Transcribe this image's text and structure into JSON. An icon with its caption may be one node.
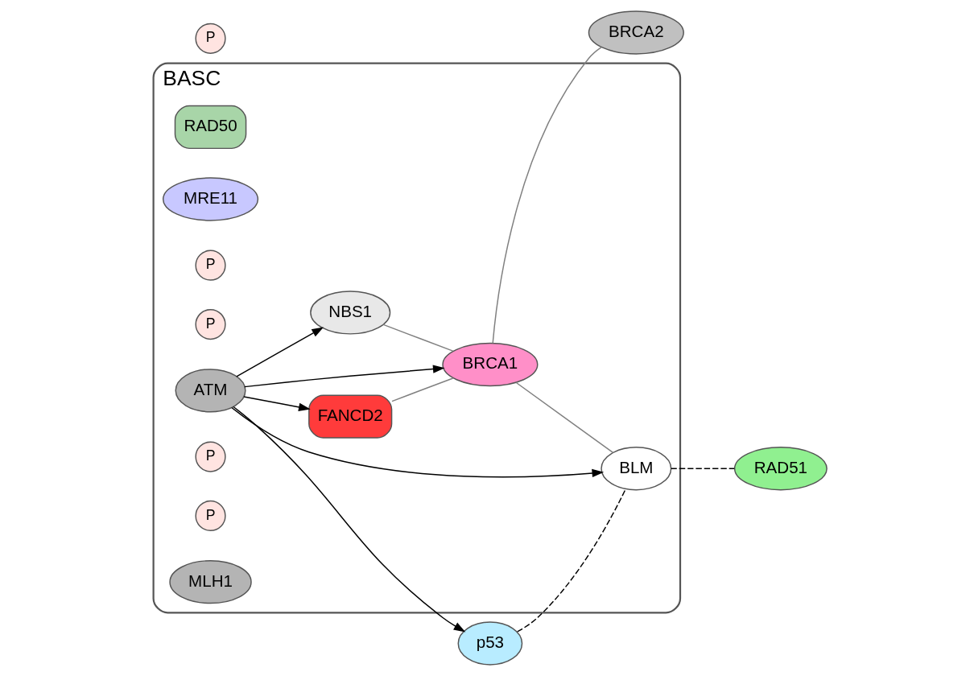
{
  "diagram": {
    "nodes": [
      {
        "text": [
          "BASC"
        ]
      },
      {
        "text": [
          "RAD50"
        ],
        "in": 0
      },
      {
        "text": [
          "NBS1"
        ],
        "in": 0
      },
      {
        "text": [
          "MRE11"
        ],
        "in": 0
      },
      {
        "text": [
          "FANCD2"
        ],
        "in": 0
      },
      {
        "text": [
          "P"
        ],
        "in": 0
      },
      {
        "text": [
          "P"
        ],
        "in": 0
      },
      {
        "text": [
          "ATM"
        ],
        "in": 0
      },
      {
        "text": [
          "P"
        ],
        "in": 0
      },
      {
        "text": [
          "BRCA1"
        ],
        "in": 0
      },
      {
        "text": [
          "BRCA2"
        ]
      },
      {
        "text": [
          "P"
        ]
      },
      {
        "text": [
          "p53"
        ]
      },
      {
        "text": [
          "P"
        ],
        "in": 0
      },
      {
        "text": [
          "RAD51"
        ]
      },
      {
        "text": [
          "BLM"
        ],
        "in": 0
      },
      {
        "text": [
          "MLH1"
        ],
        "in": 0
      }
    ],
    "edges": [
      {
        "from": 7,
        "to": 2,
        "arrow": "to"
      },
      {
        "from": 7,
        "to": 4,
        "arrow": "to"
      },
      {
        "from": 7,
        "to": 9,
        "arrow": "to"
      },
      {
        "from": 7,
        "to": 12,
        "arrow": "to"
      },
      {
        "from": 7,
        "to": 15,
        "arrow": "to"
      },
      {
        "from": 2,
        "to": 9,
        "arrow": "none",
        "color": "#808080"
      },
      {
        "from": 4,
        "to": 9,
        "arrow": "none",
        "color": "#808080"
      },
      {
        "from": 9,
        "to": 10,
        "arrow": "none",
        "color": "#808080"
      },
      {
        "from": 9,
        "to": 15,
        "arrow": "none",
        "color": "#808080"
      },
      {
        "from": 12,
        "to": 15,
        "arrow": "none",
        "style": "dashed"
      },
      {
        "from": 15,
        "to": 14,
        "arrow": "none",
        "style": "dashed"
      }
    ]
  }
}
